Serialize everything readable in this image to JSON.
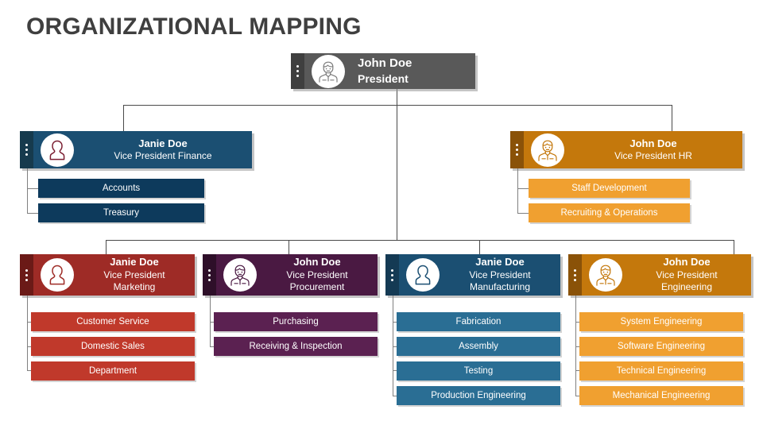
{
  "title": "ORGANIZATIONAL MAPPING",
  "colors": {
    "title": "#3f3f3f",
    "president_node": "#595959",
    "president_strip": "#3f3f3f",
    "finance_node": "#1b4f72",
    "finance_strip": "#163a4d",
    "finance_child": "#0d3a5c",
    "hr_node": "#c4780c",
    "hr_strip": "#8a5208",
    "hr_child": "#f0a030",
    "marketing_node": "#9e2b26",
    "marketing_strip": "#6b1a17",
    "marketing_child": "#c0392b",
    "procurement_node": "#4a1942",
    "procurement_strip": "#2e0f29",
    "procurement_child": "#5b2151",
    "manufacturing_node": "#1b4f72",
    "manufacturing_strip": "#143a54",
    "manufacturing_child": "#2a6e94",
    "engineering_node": "#c4780c",
    "engineering_strip": "#8a5208",
    "engineering_child": "#f0a030",
    "connector": "#4a4a4a",
    "sub_connector": "#808080"
  },
  "president": {
    "name": "John Doe",
    "role": "President",
    "avatar": "male-avatar-icon",
    "handle": "drag-handle-dots"
  },
  "level2": [
    {
      "id": "finance",
      "name": "Janie Doe",
      "role": "Vice President Finance",
      "role_line1": "Vice President Finance",
      "role_line2": "",
      "avatar": "female-avatar-icon",
      "children": [
        "Accounts",
        "Treasury"
      ]
    },
    {
      "id": "hr",
      "name": "John Doe",
      "role": "Vice President HR",
      "role_line1": "Vice President HR",
      "role_line2": "",
      "avatar": "male-avatar-icon",
      "children": [
        "Staff Development",
        "Recruiting & Operations"
      ]
    }
  ],
  "level3": [
    {
      "id": "marketing",
      "name": "Janie Doe",
      "role_line1": "Vice President",
      "role_line2": "Marketing",
      "avatar": "female-avatar-icon",
      "children": [
        "Customer Service",
        "Domestic Sales",
        "Department"
      ]
    },
    {
      "id": "procurement",
      "name": "John Doe",
      "role_line1": "Vice President",
      "role_line2": "Procurement",
      "avatar": "male-avatar-icon",
      "children": [
        "Purchasing",
        "Receiving & Inspection"
      ]
    },
    {
      "id": "manufacturing",
      "name": "Janie Doe",
      "role_line1": "Vice President",
      "role_line2": "Manufacturing",
      "avatar": "female-avatar-icon",
      "children": [
        "Fabrication",
        "Assembly",
        "Testing",
        "Production Engineering"
      ]
    },
    {
      "id": "engineering",
      "name": "John Doe",
      "role_line1": "Vice President",
      "role_line2": "Engineering",
      "avatar": "male-avatar-icon",
      "children": [
        "System Engineering",
        "Software Engineering",
        "Technical Engineering",
        "Mechanical Engineering"
      ]
    }
  ]
}
